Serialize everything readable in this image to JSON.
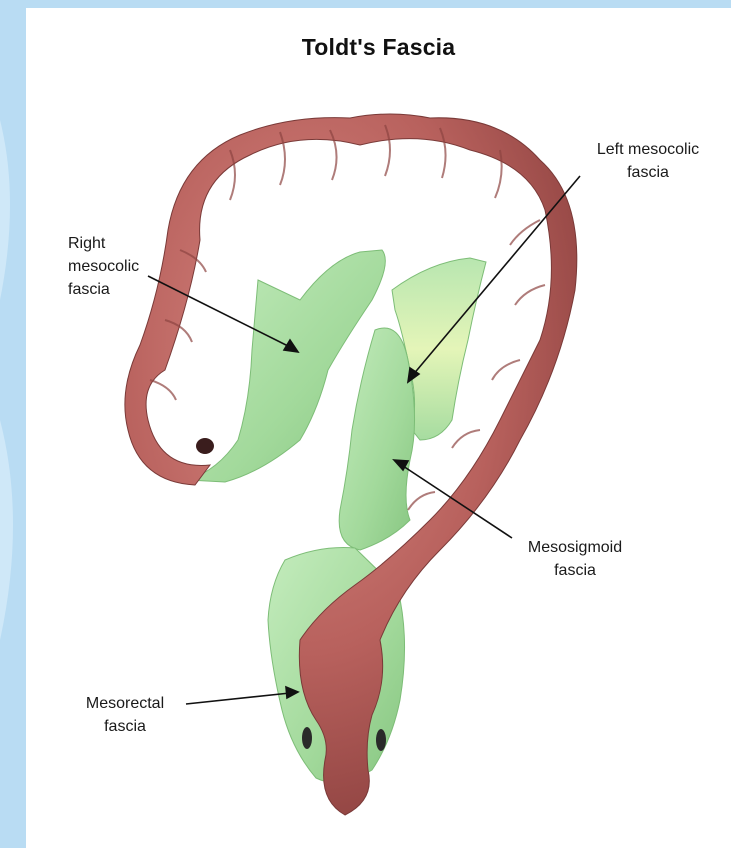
{
  "title": "Toldt's Fascia",
  "labels": {
    "right_mesocolic": {
      "line1": "Right",
      "line2": "mesocolic",
      "line3": "fascia"
    },
    "left_mesocolic": {
      "line1": "Left mesocolic",
      "line2": "fascia"
    },
    "mesosigmoid": {
      "line1": "Mesosigmoid",
      "line2": "fascia"
    },
    "mesorectal": {
      "line1": "Mesorectal",
      "line2": "fascia"
    }
  },
  "colors": {
    "colon": "#b8615d",
    "fascia": "#a6dca0",
    "background": "#b9dcf3"
  }
}
